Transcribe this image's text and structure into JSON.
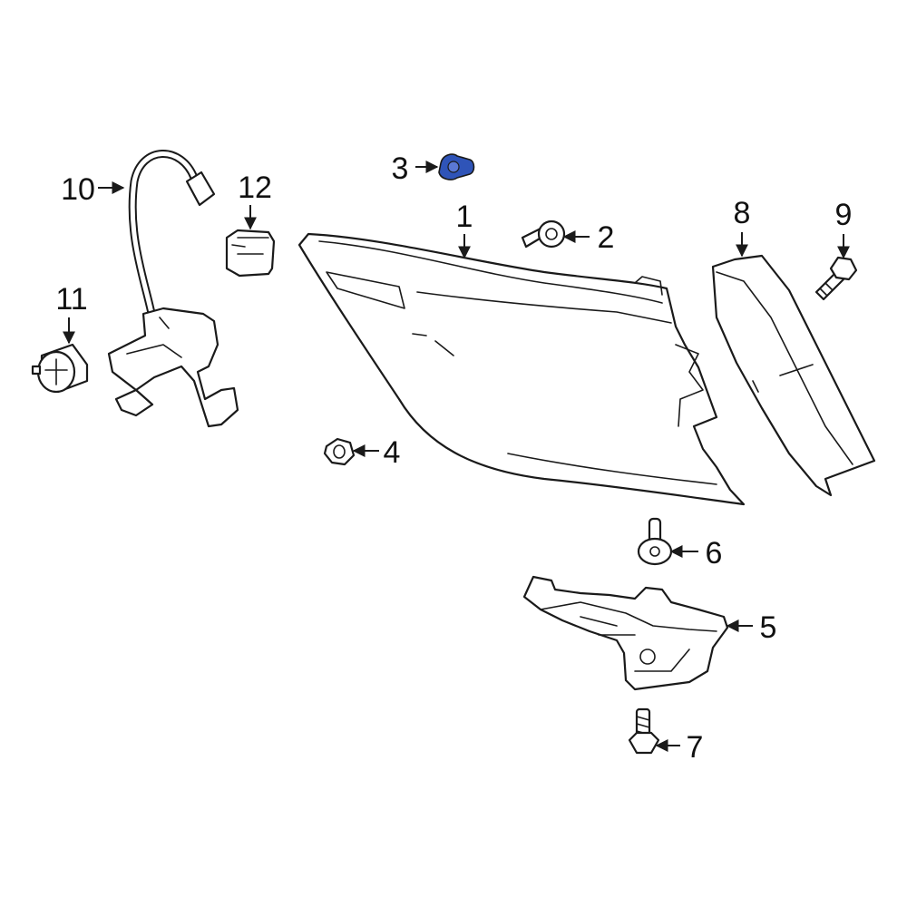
{
  "diagram": {
    "callouts": [
      {
        "number": "1"
      },
      {
        "number": "2"
      },
      {
        "number": "3"
      },
      {
        "number": "4"
      },
      {
        "number": "5"
      },
      {
        "number": "6"
      },
      {
        "number": "7"
      },
      {
        "number": "8"
      },
      {
        "number": "9"
      },
      {
        "number": "10"
      },
      {
        "number": "11"
      },
      {
        "number": "12"
      }
    ],
    "colors": {
      "highlight_part": "#2f54b8",
      "line": "#1a1a1a",
      "background": "#ffffff"
    }
  }
}
